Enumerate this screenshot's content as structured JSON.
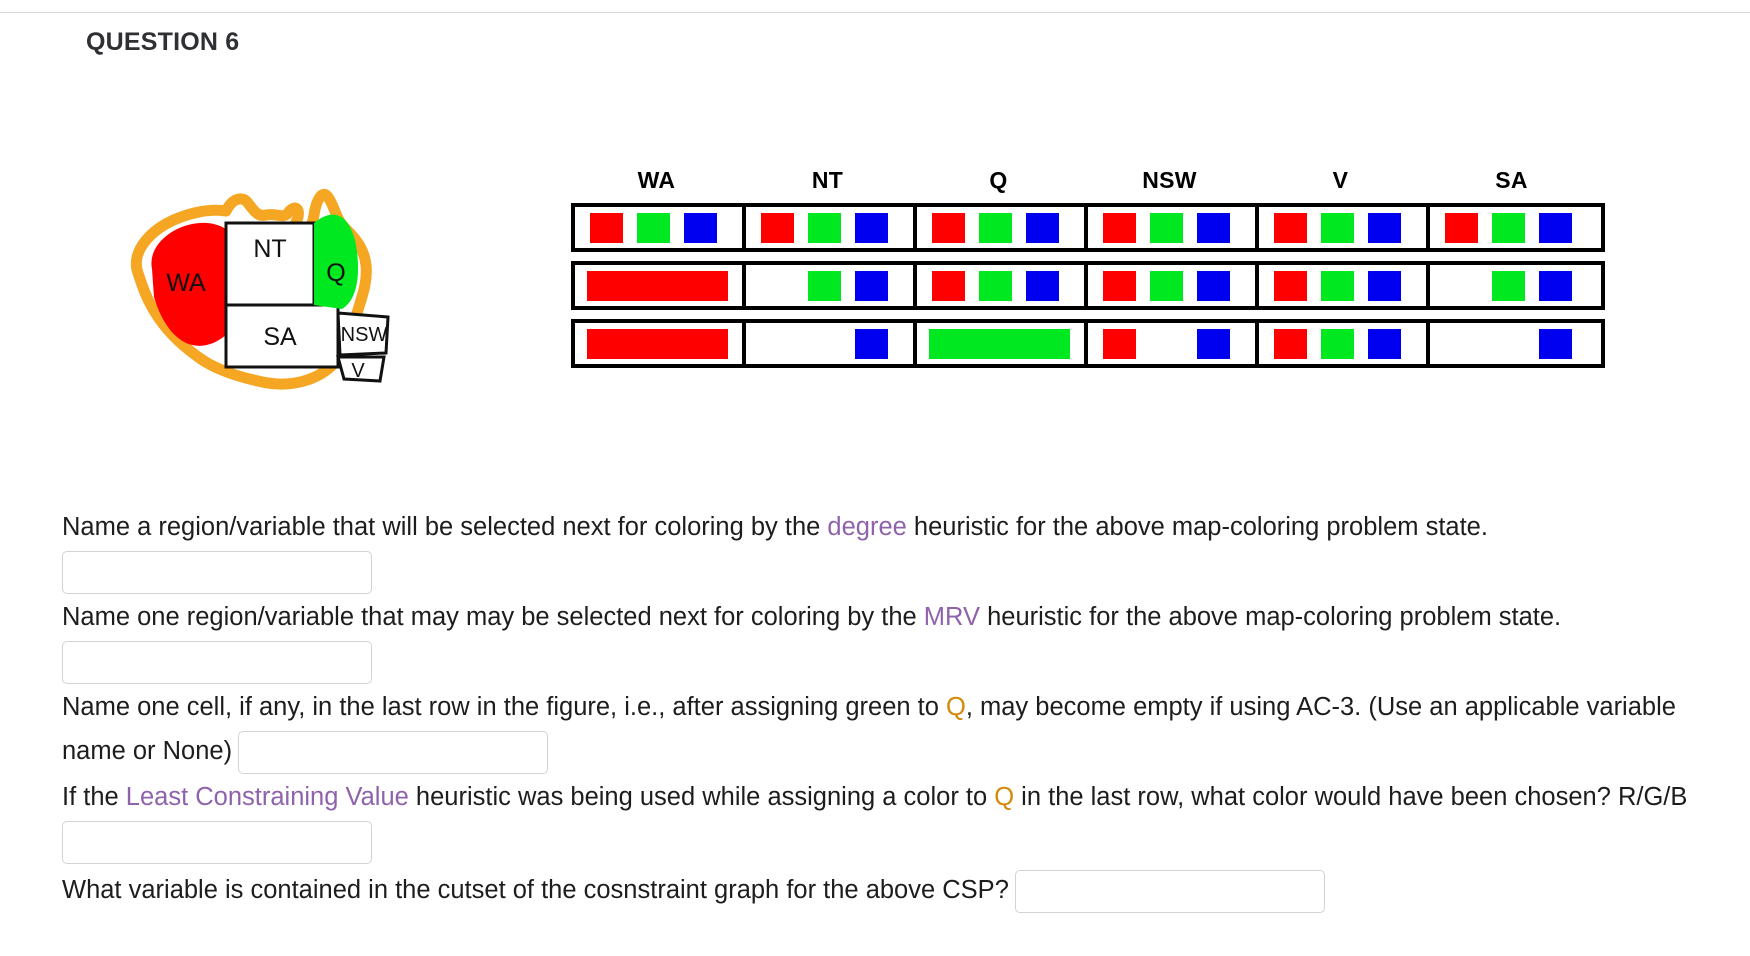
{
  "header": {
    "title": "QUESTION 6"
  },
  "map": {
    "regions": [
      {
        "name": "WA",
        "fill": "#ff0000"
      },
      {
        "name": "NT",
        "fill": "#ffffff"
      },
      {
        "name": "Q",
        "fill": "#00e820"
      },
      {
        "name": "SA",
        "fill": "#ffffff"
      },
      {
        "name": "NSW",
        "fill": "#ffffff"
      },
      {
        "name": "V",
        "fill": "#ffffff"
      }
    ],
    "coastline_color": "#f5a623"
  },
  "chart_data": {
    "type": "table",
    "title": "CSP domain table (map-coloring)",
    "categories": [
      "WA",
      "NT",
      "Q",
      "NSW",
      "V",
      "SA"
    ],
    "colors": {
      "R": "#ff0000",
      "G": "#00e820",
      "B": "#0000f0"
    },
    "rows": [
      {
        "label": "row-1",
        "cells": [
          {
            "variable": "WA",
            "domain": [
              "R",
              "G",
              "B"
            ],
            "wide": false
          },
          {
            "variable": "NT",
            "domain": [
              "R",
              "G",
              "B"
            ],
            "wide": false
          },
          {
            "variable": "Q",
            "domain": [
              "R",
              "G",
              "B"
            ],
            "wide": false
          },
          {
            "variable": "NSW",
            "domain": [
              "R",
              "G",
              "B"
            ],
            "wide": false
          },
          {
            "variable": "V",
            "domain": [
              "R",
              "G",
              "B"
            ],
            "wide": false
          },
          {
            "variable": "SA",
            "domain": [
              "R",
              "G",
              "B"
            ],
            "wide": false
          }
        ]
      },
      {
        "label": "row-2",
        "cells": [
          {
            "variable": "WA",
            "domain": [
              "R"
            ],
            "wide": true
          },
          {
            "variable": "NT",
            "domain": [
              "G",
              "B"
            ],
            "wide": false
          },
          {
            "variable": "Q",
            "domain": [
              "R",
              "G",
              "B"
            ],
            "wide": false
          },
          {
            "variable": "NSW",
            "domain": [
              "R",
              "G",
              "B"
            ],
            "wide": false
          },
          {
            "variable": "V",
            "domain": [
              "R",
              "G",
              "B"
            ],
            "wide": false
          },
          {
            "variable": "SA",
            "domain": [
              "G",
              "B"
            ],
            "wide": false
          }
        ]
      },
      {
        "label": "row-3",
        "cells": [
          {
            "variable": "WA",
            "domain": [
              "R"
            ],
            "wide": true
          },
          {
            "variable": "NT",
            "domain": [
              "B"
            ],
            "wide": false
          },
          {
            "variable": "Q",
            "domain": [
              "G"
            ],
            "wide": true
          },
          {
            "variable": "NSW",
            "domain": [
              "R",
              "B"
            ],
            "wide": false
          },
          {
            "variable": "V",
            "domain": [
              "R",
              "G",
              "B"
            ],
            "wide": false
          },
          {
            "variable": "SA",
            "domain": [
              "B"
            ],
            "wide": false
          }
        ]
      }
    ]
  },
  "questions": {
    "q1": {
      "part_a": "Name a region/variable that will be selected next for coloring by the ",
      "keyword": "degree",
      "part_b": " heuristic for the above map-coloring problem state.",
      "answer": ""
    },
    "q2": {
      "part_a": "Name one region/variable that may may be selected next for coloring by the ",
      "keyword": "MRV",
      "part_b": " heuristic for the above map-coloring problem state.",
      "answer": ""
    },
    "q3": {
      "part_a": "Name one cell, if any, in the last row in the figure, i.e., after assigning green to ",
      "keyword": "Q",
      "part_b": ", may become empty if using AC-3. (Use an applicable variable name or None)",
      "answer": ""
    },
    "q4": {
      "part_a": "If the ",
      "keyword": "Least Constraining Value",
      "part_b": " heuristic was being used while assigning a color to ",
      "keyword2": "Q",
      "part_c": " in the last row, what color would have been chosen? R/G/B",
      "answer": ""
    },
    "q5": {
      "part_a": "What variable is contained in the cutset of the cosnstraint graph for the above CSP?",
      "answer": ""
    }
  }
}
